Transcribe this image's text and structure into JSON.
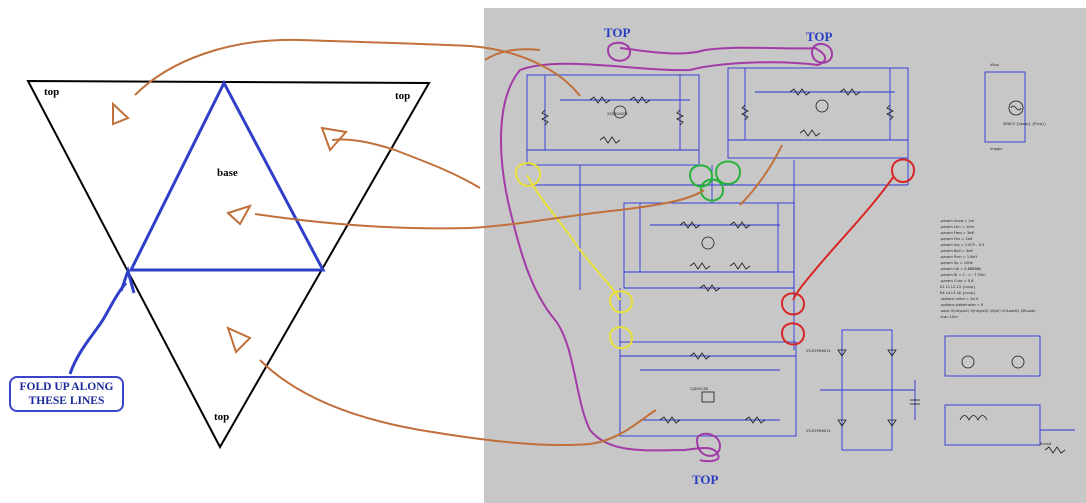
{
  "net": {
    "labels": {
      "top_left": "top",
      "top_right": "top",
      "bottom": "top",
      "center": "base"
    },
    "fold_note": {
      "line1": "FOLD UP ALONG",
      "line2": "THESE LINES"
    }
  },
  "schematic": {
    "top_labels": [
      "TOP",
      "TOP",
      "TOP"
    ],
    "params": [
      ".param Imod = 1m",
      ".param LUn = 10m",
      ".param Freq = 3e6",
      ".param Fhz = 2e6",
      ".param Ing = 1.675 - 0.5",
      ".param Ball = 3e6",
      ".param Pcm = 1.6e3",
      ".param Sp = 100e",
      ".param Ub = 3.88888h",
      ".param Ki = 1 : u : 7.53m",
      ".param Curp = 0.6",
      "K1 L1 L2 L3 {coup}",
      "K4 L4 L5 L6 {coup}",
      ".options reltol = 1e-4",
      ".options plotwinsize = 0",
      ".save V(nbypo1) V(ntype2) I(Vpri) V(rLoad1) I(RLoad)",
      ".tran 10m"
    ],
    "source_label_1": "Vbus",
    "source_label_2": "Vnegin",
    "sine_label": "SINE(0 {Vamp} {Freq})",
    "transistor_part": "2SC3942F3",
    "diode_part": "VS-E5PH6012",
    "mosfet_part": "CJD9013B",
    "load_label": "RLoad"
  }
}
